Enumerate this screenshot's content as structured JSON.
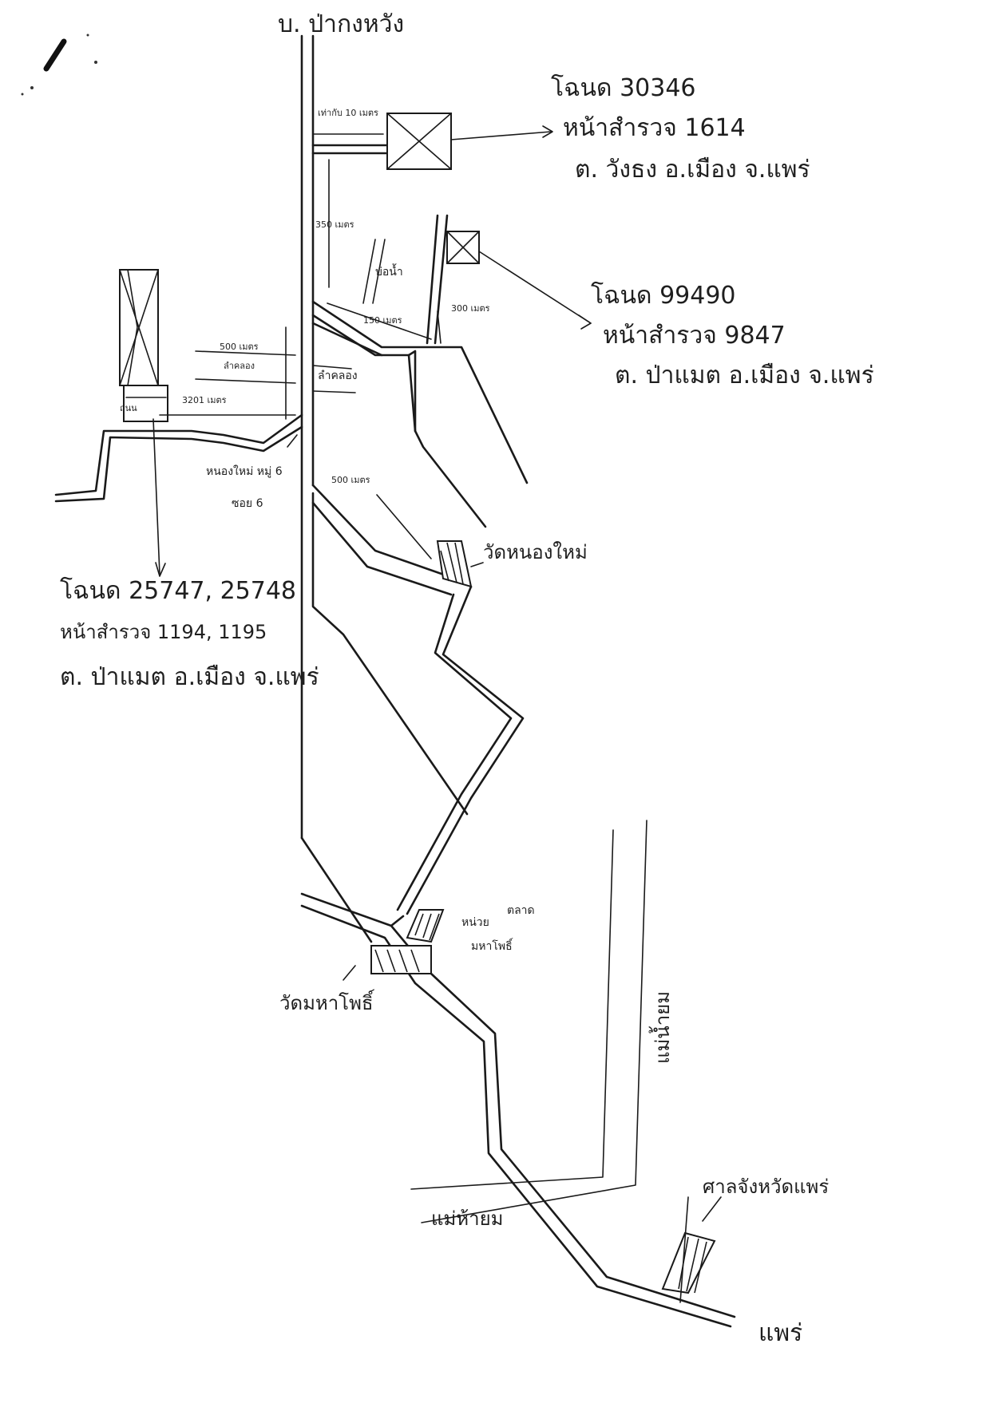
{
  "north_label": "บ. ป่ากงหวัง",
  "destination_label": "แพร่",
  "parcel_30346": {
    "line1": "โฉนด 30346",
    "line2": "หน้าสำรวจ 1614",
    "line3": "ต. วังธง อ.เมือง จ.แพร่"
  },
  "parcel_99490": {
    "line1": "โฉนด 99490",
    "line2": "หน้าสำรวจ 9847",
    "line3": "ต. ป่าแมต อ.เมือง จ.แพร่"
  },
  "parcel_25747": {
    "line1": "โฉนด 25747, 25748",
    "line2": "หน้าสำรวจ 1194, 1195",
    "line3": "ต. ป่าแมต อ.เมือง จ.แพร่"
  },
  "distances": {
    "d_top": "เท่ากับ 10 เมตร",
    "d_350": "350 เมตร",
    "d_150": "150 เมตร",
    "d_300": "300 เมตร",
    "d_500_left": "500 เมตร",
    "d_500_mid": "500 เมตร",
    "d_3201": "3201 เมตร",
    "d_small": "ถนน"
  },
  "places": {
    "water_tank": "บ่อน้ำ",
    "canal": "ลำคลอง",
    "canal_label_left": "ลำคลอง",
    "village": "หนองใหม่ หมู่ 6",
    "village_line2": "ซอย 6",
    "temple_nongmai": "วัดหนองใหม่",
    "market_line1": "ตลาด",
    "market_line2": "มหาโพธิ์",
    "market_prefix": "หน่วย",
    "temple_mahapho": "วัดมหาโพธิ์",
    "river_maekham": "แม่น้ำยม",
    "road_maehuayom": "แม่ห้ายม",
    "court": "ศาลจังหวัดแพร่"
  }
}
